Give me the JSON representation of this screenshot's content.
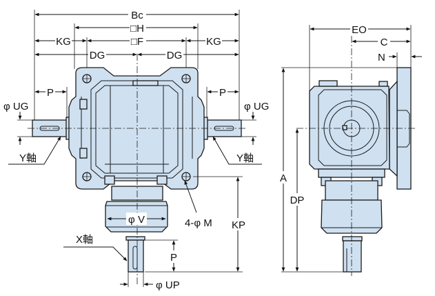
{
  "front_view": {
    "bc": "Bc",
    "h": "□H",
    "f": "□F",
    "kg_left": "KG",
    "kg_right": "KG",
    "dg_left": "DG",
    "dg_right": "DG",
    "p_left": "P",
    "p_right": "P",
    "ug_left": "φ UG",
    "ug_right": "φ UG",
    "y_axis_left": "Y軸",
    "y_axis_right": "Y軸",
    "x_axis": "X軸",
    "v": "φ V",
    "m": "4-φ M",
    "kp": "KP",
    "p_bottom": "P",
    "up": "φ UP"
  },
  "side_view": {
    "eo": "EO",
    "c": "C",
    "n": "N",
    "a": "A",
    "dp": "DP"
  },
  "colors": {
    "body": "#cfe0f0",
    "line": "#1a1a1a"
  }
}
